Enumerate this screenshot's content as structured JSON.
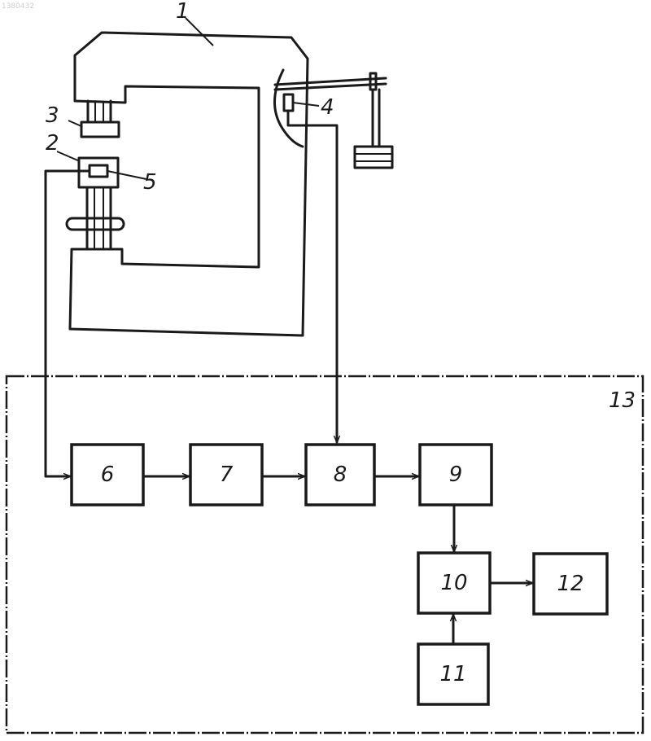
{
  "header_mark": "1380432",
  "machine": {
    "frame_label": "1",
    "sample_holder_label": "2",
    "indenter_label": "3",
    "displacement_sensor_label": "4",
    "force_sensor_label": "5"
  },
  "control_unit": {
    "label": "13",
    "blocks": [
      {
        "id": "b6",
        "label": "6"
      },
      {
        "id": "b7",
        "label": "7"
      },
      {
        "id": "b8",
        "label": "8"
      },
      {
        "id": "b9",
        "label": "9"
      },
      {
        "id": "b10",
        "label": "10"
      },
      {
        "id": "b11",
        "label": "11"
      },
      {
        "id": "b12",
        "label": "12"
      }
    ]
  }
}
